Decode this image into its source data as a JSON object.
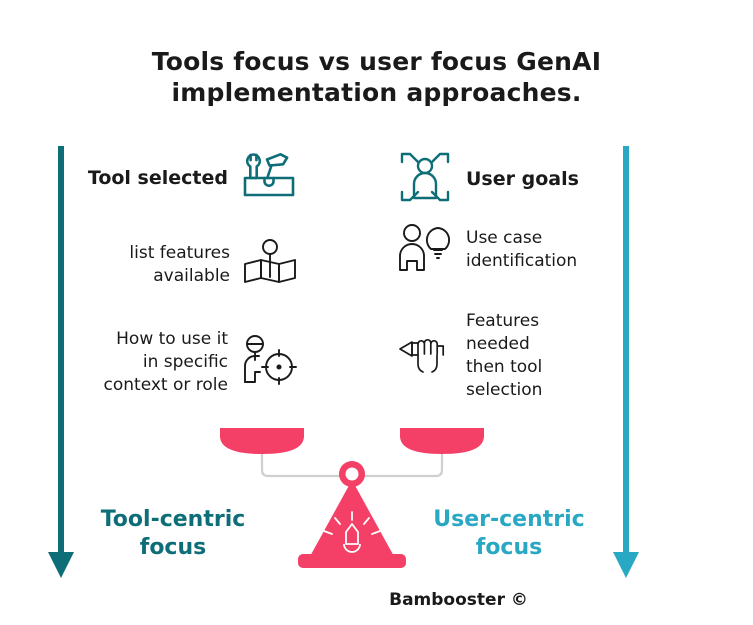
{
  "title": {
    "line1": "Tools focus vs user focus GenAI",
    "line2": "implementation approaches."
  },
  "colors": {
    "dark_teal": "#0e6e78",
    "light_teal": "#29a8c4",
    "pink": "#f43f67",
    "text": "#1a1a1a",
    "scale_arm": "#cfcfcf"
  },
  "left_column": {
    "arrow_name": "tool-centric-flow-arrow",
    "items": [
      {
        "label": "Tool selected",
        "icon": "toolbox-icon",
        "style": "heading"
      },
      {
        "label": "list features\navailable",
        "icon": "map-pin-icon",
        "style": "body"
      },
      {
        "label": "How to use it\nin specific\ncontext or role",
        "icon": "person-target-icon",
        "style": "body"
      }
    ],
    "focus_label": "Tool-centric\nfocus"
  },
  "right_column": {
    "arrow_name": "user-centric-flow-arrow",
    "items": [
      {
        "label": "User goals",
        "icon": "person-expand-icon",
        "style": "heading"
      },
      {
        "label": "Use case\nidentification",
        "icon": "person-lightbulb-icon",
        "style": "body"
      },
      {
        "label": "Features\nneeded\nthen tool\nselection",
        "icon": "hand-point-icon",
        "style": "body"
      }
    ],
    "focus_label": "User-centric\nfocus"
  },
  "scale": {
    "name": "balance-scale-illustration",
    "left_pan": "tool-side-pan",
    "right_pan": "user-side-pan"
  },
  "footer": {
    "credit": "Bambooster ©"
  }
}
